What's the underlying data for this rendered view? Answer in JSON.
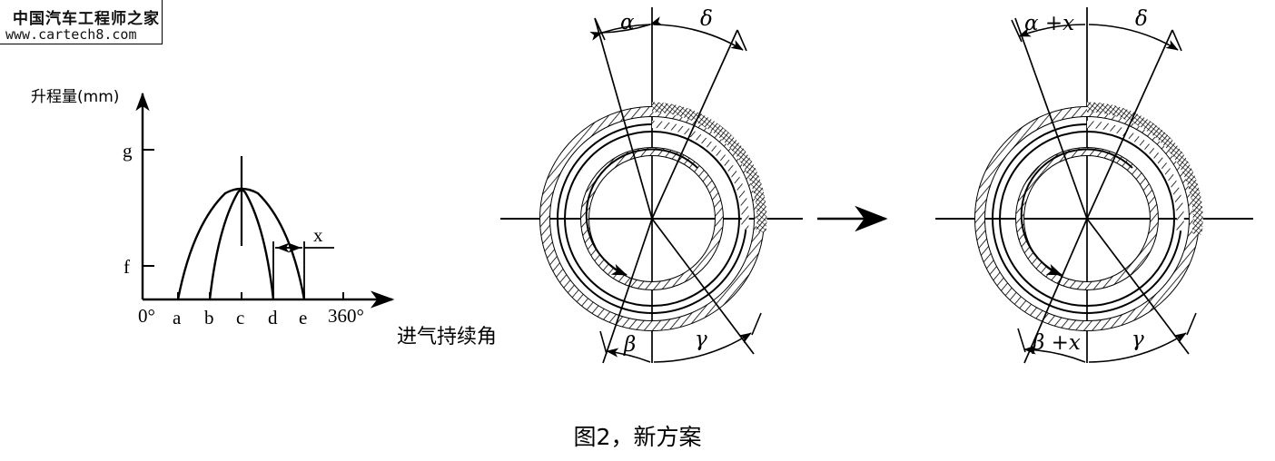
{
  "watermark": {
    "chinese": "中国汽车工程师之家",
    "url": "www.cartech8.com"
  },
  "caption": "图2，新方案",
  "transition_arrow": "arrow-right",
  "chart_data": {
    "type": "line",
    "title": "",
    "ylabel": "升程量(mm)",
    "xlabel": "进气持续角",
    "x_tick_labels": [
      "0°",
      "a",
      "b",
      "c",
      "d",
      "e",
      "360°"
    ],
    "y_tick_labels": [
      "f",
      "g"
    ],
    "annotation_label": "x",
    "series": [
      {
        "name": "wide-lift-curve",
        "comment": "open at a, peak at c, close at e",
        "x": [
          "a",
          "c",
          "e"
        ],
        "peak_at": "c"
      },
      {
        "name": "narrow-lift-curve",
        "comment": "open at b, peak at c, close at d",
        "x": [
          "b",
          "c",
          "d"
        ],
        "peak_at": "c"
      }
    ],
    "peak_marker": {
      "at": "c",
      "to": "g"
    },
    "dimension": {
      "label": "x",
      "from": "d",
      "to": "e"
    }
  },
  "diagrams": [
    {
      "name": "original-scheme",
      "angles": {
        "top_left": "α",
        "top_right": "δ",
        "bottom_left": "β",
        "bottom_right": "γ"
      },
      "rotation": "counter-clockwise"
    },
    {
      "name": "new-scheme",
      "angles": {
        "top_left": "α +x",
        "top_right": "δ",
        "bottom_left": "β +x",
        "bottom_right": "γ"
      },
      "rotation": "counter-clockwise"
    }
  ],
  "colors": {
    "ink": "#000000",
    "background": "#ffffff"
  }
}
